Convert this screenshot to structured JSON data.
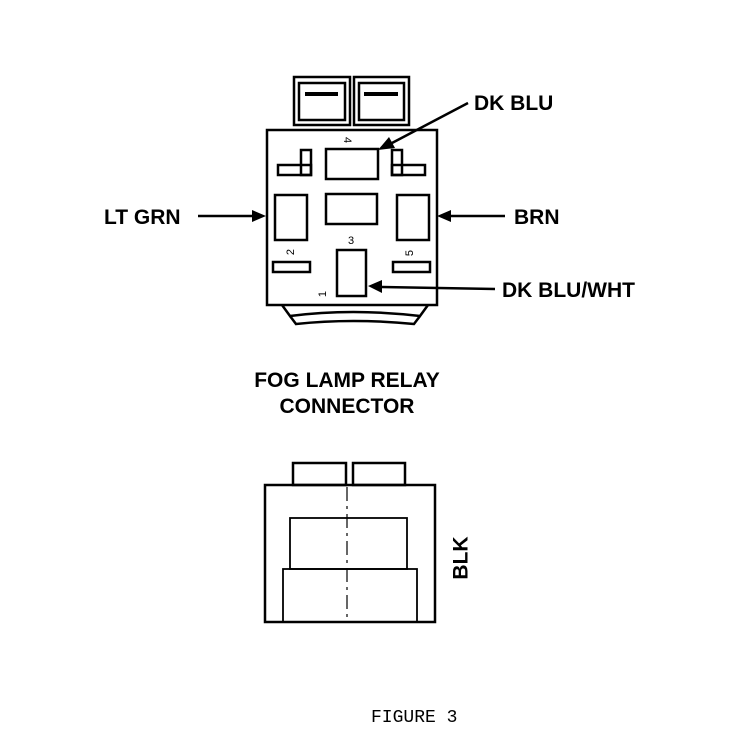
{
  "relay_connector": {
    "wire_labels": {
      "pin_4": "DK BLU",
      "pin_2": "LT GRN",
      "pin_5": "BRN",
      "pin_3_1": "DK BLU/WHT"
    },
    "pin_numbers": {
      "p4": "4",
      "p2": "2",
      "p3": "3",
      "p5": "5",
      "p1": "1"
    },
    "caption_line_1": "FOG LAMP RELAY",
    "caption_line_2": "CONNECTOR"
  },
  "side_view": {
    "wire_label": "BLK"
  },
  "figure_label": "FIGURE 3",
  "colors": {
    "ink": "#000000",
    "paper": "#ffffff"
  }
}
